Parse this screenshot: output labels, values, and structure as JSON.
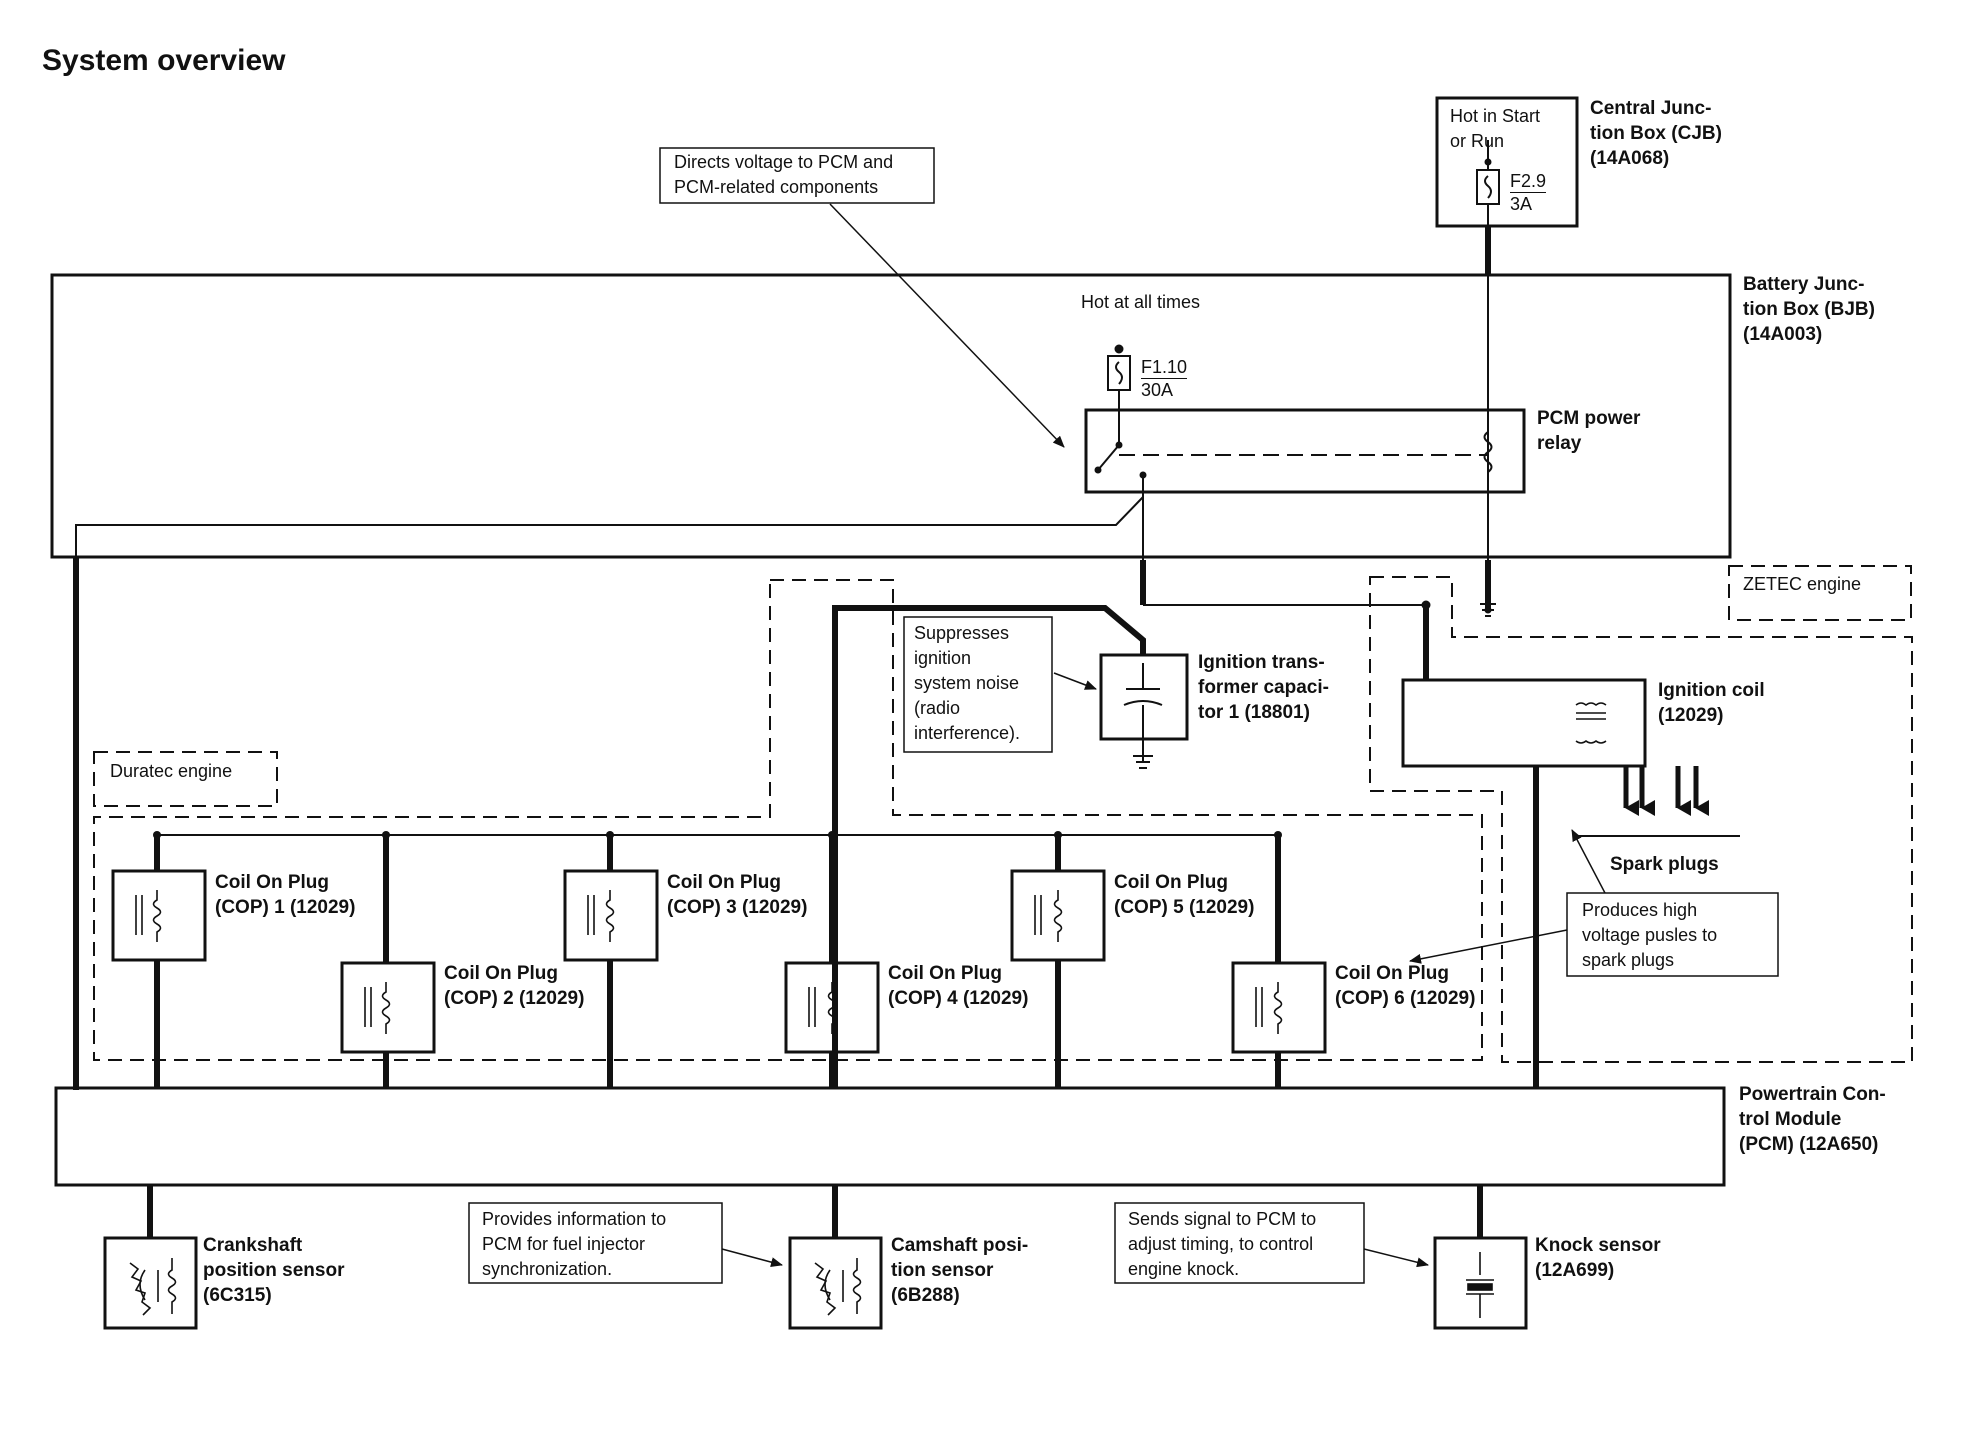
{
  "title": "System overview",
  "hot_start_run": "Hot in Start\nor Run",
  "hot_all_times": "Hot at all times",
  "fuse_cjb": {
    "id": "F2.9",
    "rating": "3A"
  },
  "fuse_bjb": {
    "id": "F1.10",
    "rating": "30A"
  },
  "engine_zetec": "ZETEC engine",
  "engine_duratec": "Duratec engine",
  "components": {
    "cjb": "Central Junc-\ntion Box (CJB)\n(14A068)",
    "bjb": "Battery Junc-\ntion Box (BJB)\n(14A003)",
    "pcm_relay": "PCM power\nrelay",
    "capacitor": "Ignition trans-\nformer capaci-\ntor 1 (18801)",
    "ignition_coil": "Ignition coil\n(12029)",
    "spark_plugs": "Spark plugs",
    "cop1": "Coil On Plug\n(COP) 1 (12029)",
    "cop2": "Coil On Plug\n(COP) 2 (12029)",
    "cop3": "Coil On Plug\n(COP) 3 (12029)",
    "cop4": "Coil On Plug\n(COP) 4 (12029)",
    "cop5": "Coil On Plug\n(COP) 5 (12029)",
    "cop6": "Coil On Plug\n(COP) 6 (12029)",
    "pcm": "Powertrain Con-\ntrol Module\n(PCM) (12A650)",
    "ckp": "Crankshaft\nposition sensor\n(6C315)",
    "cmp": "Camshaft posi-\ntion sensor\n(6B288)",
    "ks": "Knock sensor\n(12A699)"
  },
  "notes": {
    "relay_note": "Directs voltage to PCM and\nPCM-related components",
    "capacitor_note": "Suppresses\nignition\nsystem noise\n(radio\ninterference).",
    "coil_note": "Produces high\nvoltage pusles to\nspark plugs",
    "cmp_note": "Provides information to\nPCM for fuel injector\nsynchronization.",
    "ks_note": "Sends signal to PCM to\nadjust timing, to control\nengine knock."
  }
}
